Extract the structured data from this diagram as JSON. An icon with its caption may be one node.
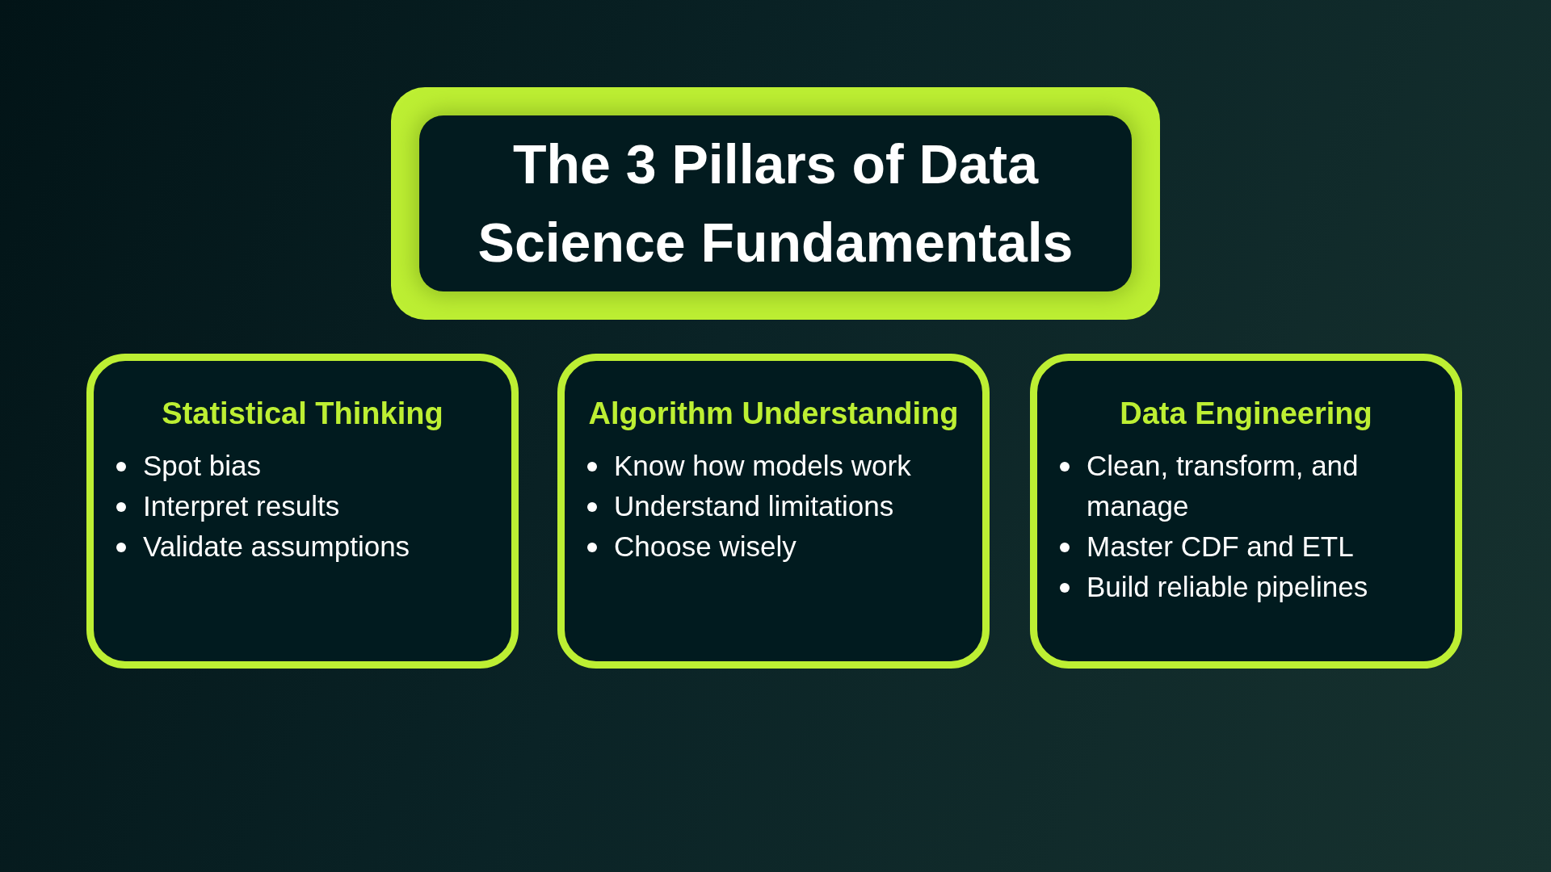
{
  "diagram": {
    "nodes": [
      {
        "text": [
          "The 3 Pillars of Data Science Fundamentals"
        ]
      },
      {
        "text": [
          "Statistical Thinking",
          "Spot bias",
          "Interpret results",
          "Validate assumptions"
        ]
      },
      {
        "text": [
          "Algorithm Understanding",
          "Know how models work",
          "Understand limitations",
          "Choose wisely"
        ]
      },
      {
        "text": [
          "Data Engineering",
          "Clean, transform, and manage",
          "Master CDF and ETL",
          "Build reliable pipelines"
        ]
      }
    ]
  }
}
